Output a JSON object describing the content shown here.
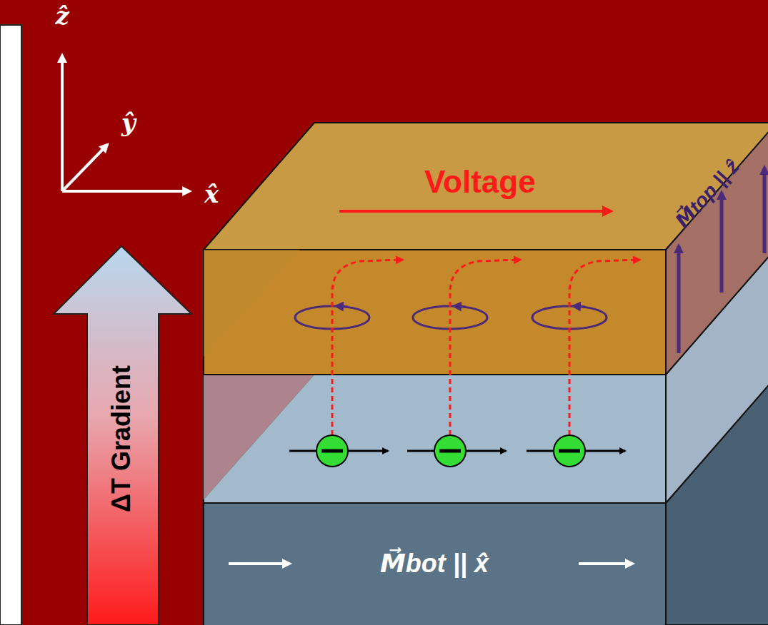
{
  "diagram": {
    "nodes": [
      {
        "text": [
          "ΔT Gradient"
        ]
      },
      {
        "text": [
          "Voltage",
          "M⃗top || ẑ"
        ]
      },
      {
        "text": [
          "M⃗bot || x̂"
        ]
      }
    ],
    "labels": [
      "ẑ",
      "ŷ",
      "x̂"
    ]
  }
}
